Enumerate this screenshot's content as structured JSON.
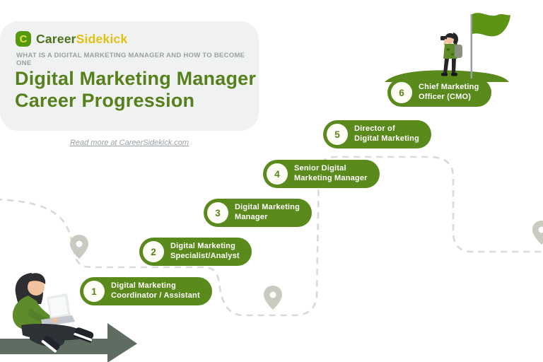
{
  "header": {
    "brand": {
      "logo_letter": "C",
      "name_primary": "Career",
      "name_secondary": "Sidekick"
    },
    "tagline": "WHAT IS A DIGITAL MARKETING MANAGER AND HOW TO BECOME ONE",
    "title_line1": "Digital Marketing Manager",
    "title_line2": "Career Progression",
    "read_more": "Read more at CareerSidekick.com"
  },
  "steps": [
    {
      "number": "1",
      "line1": "Digital Marketing",
      "line2": "Coordinator / Assistant"
    },
    {
      "number": "2",
      "line1": "Digital Marketing",
      "line2": "Specialist/Analyst"
    },
    {
      "number": "3",
      "line1": "Digital Marketing",
      "line2": "Manager"
    },
    {
      "number": "4",
      "line1": "Senior Digital",
      "line2": "Marketing Manager"
    },
    {
      "number": "5",
      "line1": "Director of",
      "line2": "Digital Marketing"
    },
    {
      "number": "6",
      "line1": "Chief Marketing",
      "line2": "Officer (CMO)"
    }
  ],
  "icons": [
    "logo-c-icon",
    "location-pin-icon",
    "flag-icon",
    "hiker-with-binoculars-icon",
    "seated-person-laptop-icon",
    "progress-arrow-icon",
    "dashed-path"
  ],
  "colors": {
    "pill_green": "#5b8a1c",
    "title_green": "#55801b",
    "brand_green": "#4c711a",
    "brand_yellow": "#e3c113",
    "logo_green": "#55990e",
    "card_bg": "#f0f2f1",
    "tagline_gray": "#9ca1a0",
    "readmore_gray": "#9aa0a4",
    "dash_gray": "#d9dbd2",
    "pin_gray": "#c8ccc0",
    "arrow_gray_green": "#5e6c61",
    "illustration_green": "#5e8c2b",
    "flag_green": "#5d9414"
  }
}
